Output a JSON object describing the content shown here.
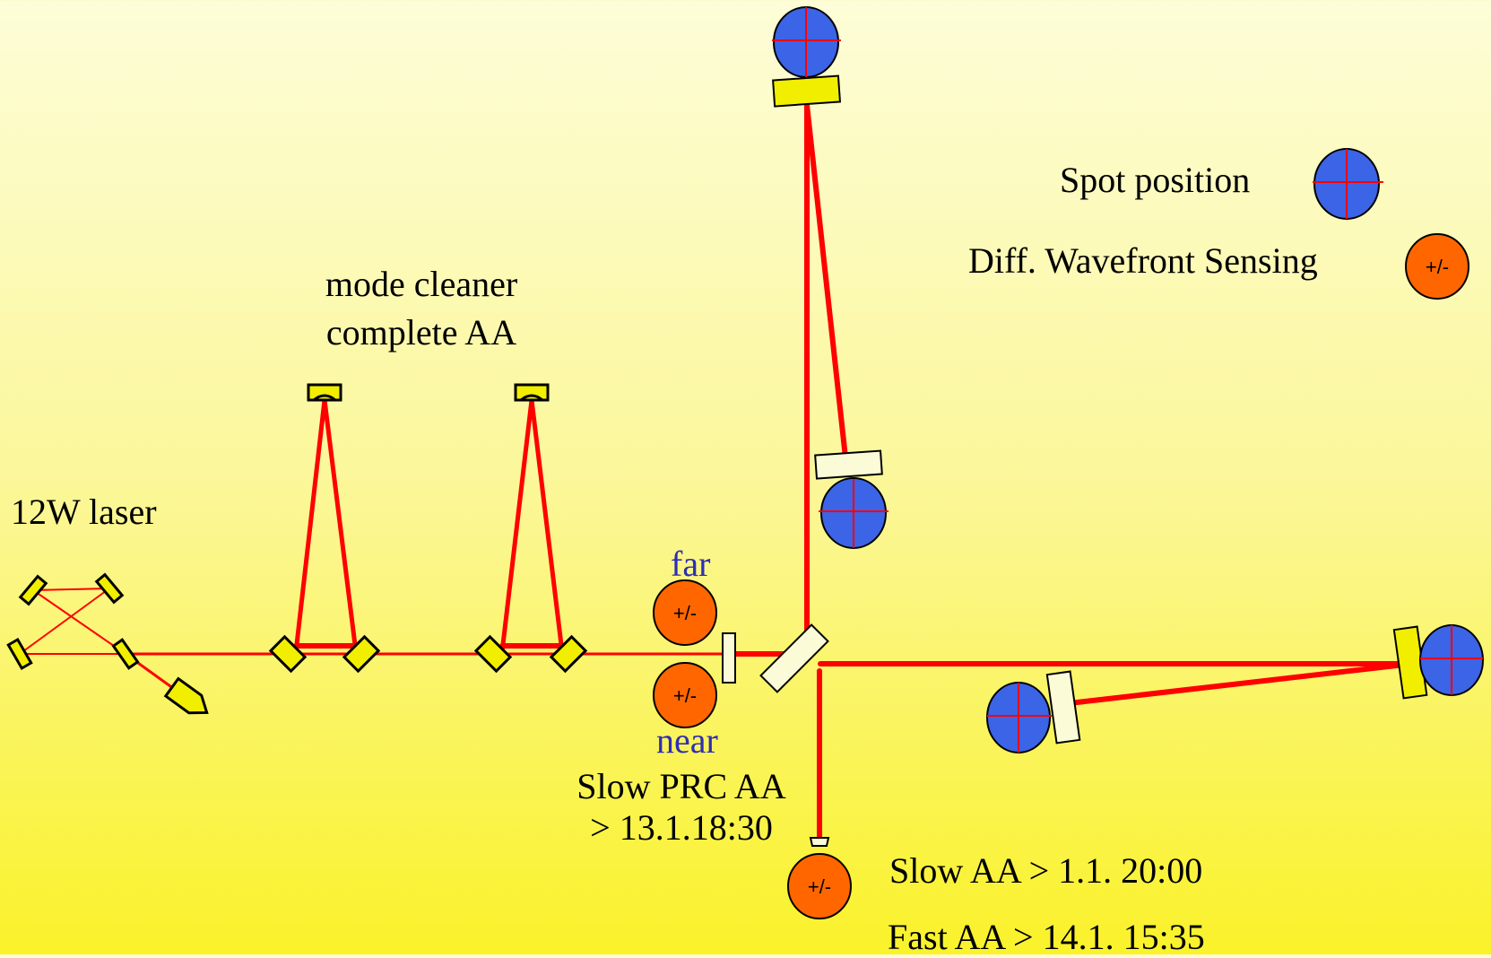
{
  "labels": {
    "laser": "12W laser",
    "mode_cleaner_line1": "mode cleaner",
    "mode_cleaner_line2": "complete AA",
    "far": "far",
    "near": "near",
    "slow_prc_line1": "Slow PRC AA",
    "slow_prc_line2": "> 13.1.18:30",
    "slow_aa": "Slow AA > 1.1. 20:00",
    "fast_aa": "Fast AA > 14.1. 15:35"
  },
  "legend": {
    "spot_position": "Spot position",
    "dws": "Diff. Wavefront Sensing"
  },
  "sensor_text": "+/-",
  "colors": {
    "beam": "#ff0000",
    "optic_yellow": "#f2ee00",
    "optic_cream": "#fbfbd8",
    "spot_blue": "#3c64e6",
    "dws_orange": "#ff6600",
    "annotation_blue": "#2e2eb4"
  }
}
